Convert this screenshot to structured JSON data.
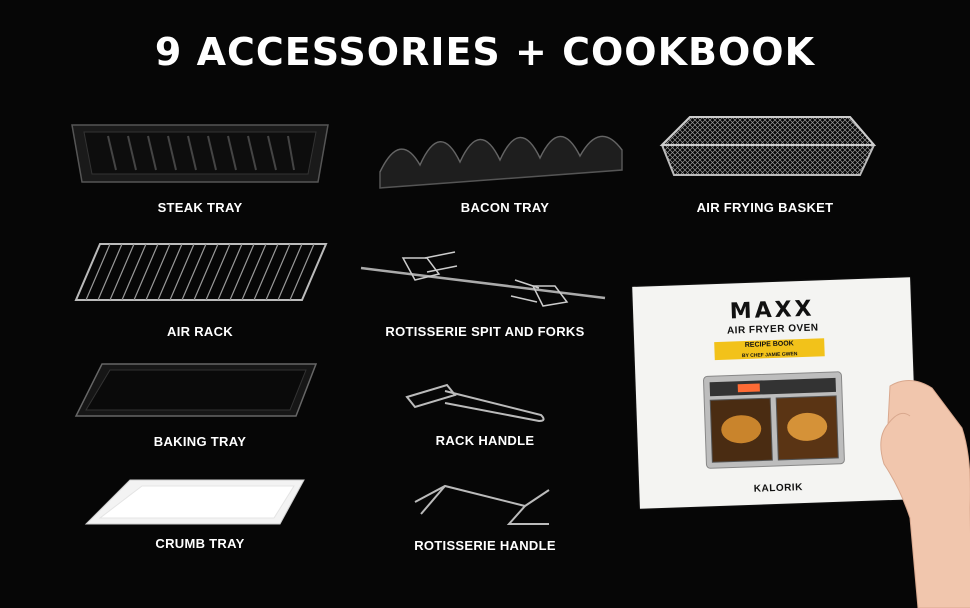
{
  "headline": "9 ACCESSORIES + COOKBOOK",
  "accessories": [
    {
      "label": "STEAK TRAY"
    },
    {
      "label": "BACON TRAY"
    },
    {
      "label": "AIR FRYING BASKET"
    },
    {
      "label": "AIR RACK"
    },
    {
      "label": "ROTISSERIE SPIT AND FORKS"
    },
    {
      "label": "BAKING TRAY"
    },
    {
      "label": "RACK HANDLE"
    },
    {
      "label": "CRUMB TRAY"
    },
    {
      "label": "ROTISSERIE HANDLE"
    }
  ],
  "cookbook": {
    "title": "MAXX",
    "subtitle": "AIR FRYER OVEN",
    "banner": "RECIPE BOOK",
    "banner_small": "BY CHEF JAMIE GWEN",
    "brand": "KALORIK"
  }
}
